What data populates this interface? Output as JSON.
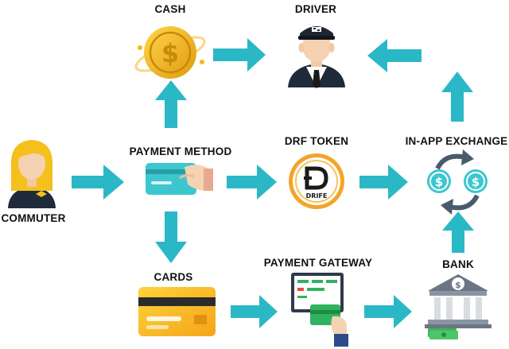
{
  "nodes": {
    "cash": {
      "label": "CASH",
      "icon": "dollar-coin-icon"
    },
    "driver": {
      "label": "DRIVER",
      "icon": "driver-avatar-icon"
    },
    "commuter": {
      "label": "COMMUTER",
      "icon": "commuter-avatar-icon"
    },
    "payment_method": {
      "label": "PAYMENT METHOD",
      "icon": "card-in-hand-icon"
    },
    "drf_token": {
      "label": "DRF TOKEN",
      "icon": "drife-token-icon",
      "token_text": "DRIFE"
    },
    "in_app_exchange": {
      "label": "IN-APP EXCHANGE",
      "icon": "currency-exchange-icon"
    },
    "cards": {
      "label": "CARDS",
      "icon": "credit-card-icon"
    },
    "payment_gateway": {
      "label": "PAYMENT GATEWAY",
      "icon": "pos-terminal-icon"
    },
    "bank": {
      "label": "BANK",
      "icon": "bank-building-icon"
    }
  },
  "colors": {
    "arrow": "#2bb8c6",
    "coin": "#f2b51c",
    "label": "#111111"
  }
}
